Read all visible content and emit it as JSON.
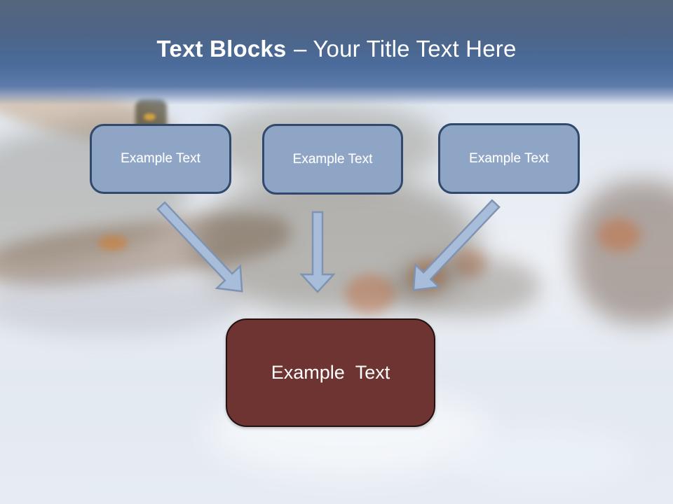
{
  "slide": {
    "title": {
      "bold": "Text Blocks",
      "rest": "– Your Title Text Here"
    },
    "boxes": [
      {
        "label": "Example Text"
      },
      {
        "label": "Example Text"
      },
      {
        "label": "Example Text"
      }
    ],
    "result_box": {
      "label": "Example Text"
    },
    "arrows": [
      {
        "name": "arrow-down-right-icon",
        "direction": "down-right"
      },
      {
        "name": "arrow-down-icon",
        "direction": "down"
      },
      {
        "name": "arrow-down-left-icon",
        "direction": "down-left"
      }
    ],
    "colors": {
      "header_top": "#55657D",
      "header_blue": "#4A6B9B",
      "box_fill": "#8FA5C5",
      "box_border": "#31496C",
      "arrow_fill": "#A7BDDA",
      "arrow_border": "#7E94B2",
      "result_fill": "#6E3432",
      "result_border": "#23120F",
      "text": "#FFFFFF"
    }
  }
}
